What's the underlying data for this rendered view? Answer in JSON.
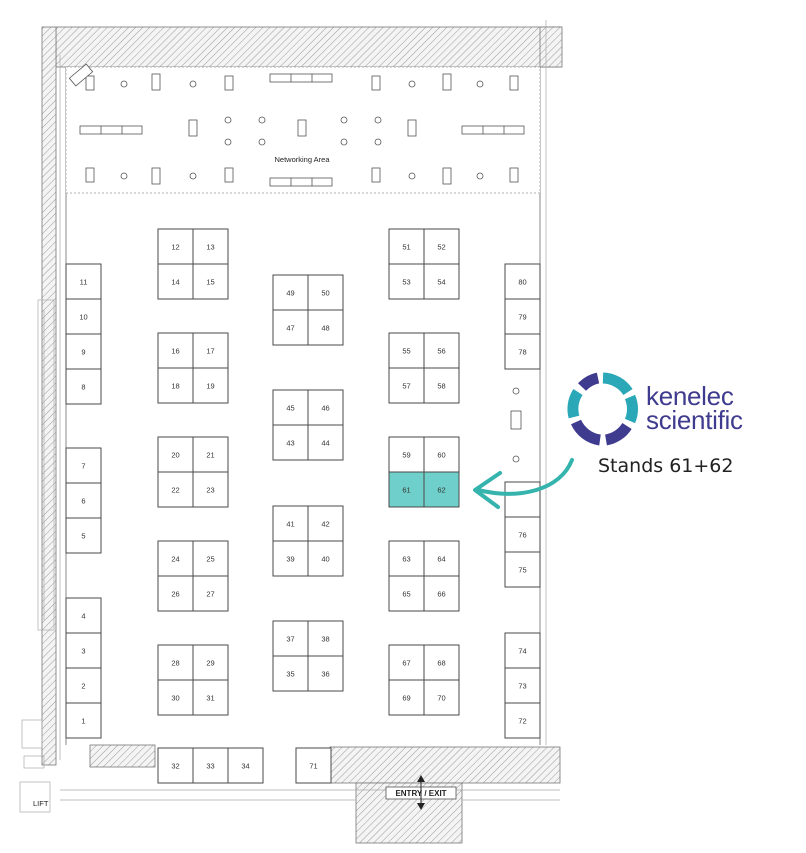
{
  "map": {
    "networking_label": "Networking Area",
    "entry_label": "ENTRY / EXIT",
    "lift_label": "LIFT",
    "highlight_color": "#6fcfca",
    "stands": [
      "1",
      "2",
      "3",
      "4",
      "5",
      "6",
      "7",
      "8",
      "9",
      "10",
      "11",
      "12",
      "13",
      "14",
      "15",
      "16",
      "17",
      "18",
      "19",
      "20",
      "21",
      "22",
      "23",
      "24",
      "25",
      "26",
      "27",
      "28",
      "29",
      "30",
      "31",
      "32",
      "33",
      "34",
      "35",
      "36",
      "37",
      "38",
      "39",
      "40",
      "41",
      "42",
      "43",
      "44",
      "45",
      "46",
      "47",
      "48",
      "49",
      "50",
      "51",
      "52",
      "53",
      "54",
      "55",
      "56",
      "57",
      "58",
      "59",
      "60",
      "61",
      "62",
      "63",
      "64",
      "65",
      "66",
      "67",
      "68",
      "69",
      "70",
      "71",
      "72",
      "73",
      "74",
      "75",
      "76",
      "78",
      "79",
      "80"
    ],
    "highlighted_stands": [
      "61",
      "62"
    ]
  },
  "callout": {
    "brand_line1": "kenelec",
    "brand_line2": "scientific",
    "brand_color": "#3f3b8e",
    "logo_colors": [
      "#2aa8b8",
      "#3f3b8e"
    ],
    "stands_text": "Stands 61+62",
    "arrow_color": "#35b3ad"
  }
}
